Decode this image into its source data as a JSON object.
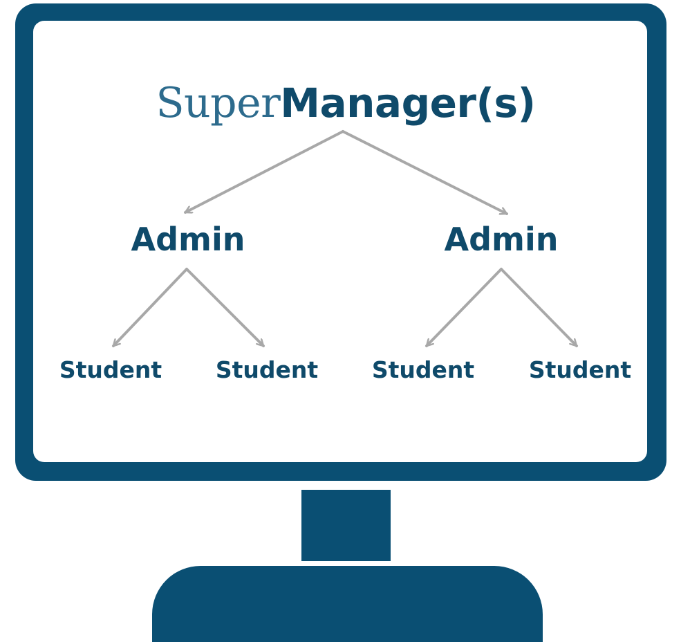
{
  "diagram": {
    "root": {
      "label_prefix": "Super",
      "label_main": "Manager(s)"
    },
    "admins": [
      {
        "label": "Admin",
        "students": [
          "Student",
          "Student"
        ]
      },
      {
        "label": "Admin",
        "students": [
          "Student",
          "Student"
        ]
      }
    ]
  },
  "colors": {
    "monitor": "#0a4f73",
    "text": "#0f4a6a",
    "connector": "#a8a8a8"
  }
}
